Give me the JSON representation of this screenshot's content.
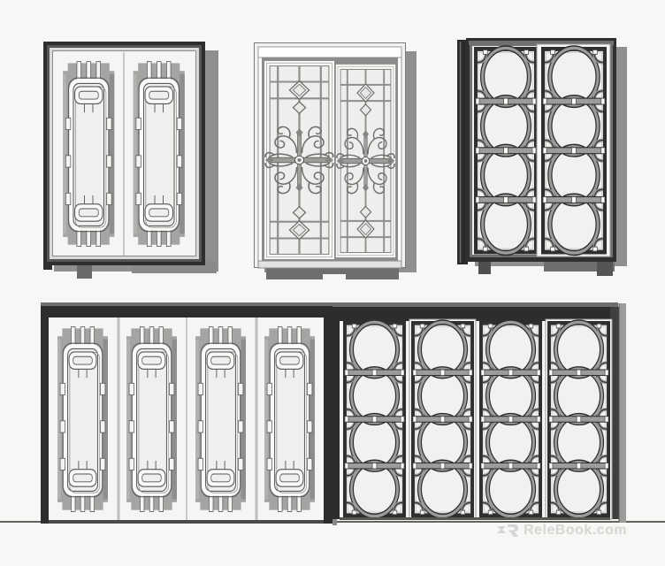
{
  "scene": {
    "description_label": "five sliding door 3d models",
    "rows": 2
  },
  "palette": {
    "background": "#f7f7f5",
    "frame_dark": "#2e2e2e",
    "frame_mid": "#6e6e6c",
    "frame_white": "#fbfbfa",
    "panel_backing_gray": "#a4a4a2",
    "glass": "#efefed",
    "lattice_gray": "#9c9c9a",
    "lattice_dark": "#2f2f2f",
    "shadow": "#8f8f8f",
    "ground_line": "#63635f",
    "watermark": "#d6d6d4"
  },
  "doors": [
    {
      "id": "door-top-left",
      "label": "2-panel fretwork sliding door, dark frame",
      "panels": 2,
      "pattern": "chinese-fretwork"
    },
    {
      "id": "door-top-center",
      "label": "2-panel glass sliding door with iron scrollwork, white frame",
      "panels": 2,
      "pattern": "ornate-iron-glass"
    },
    {
      "id": "door-top-right",
      "label": "2-panel circle-lattice sliding door, dark frame",
      "panels": 2,
      "pattern": "circle-lattice"
    },
    {
      "id": "door-bottom-left",
      "label": "4-panel fretwork sliding door, dark frame",
      "panels": 4,
      "pattern": "chinese-fretwork"
    },
    {
      "id": "door-bottom-right",
      "label": "4-panel circle-lattice sliding door, dark frame",
      "panels": 4,
      "pattern": "circle-lattice"
    }
  ],
  "watermark": {
    "logo": "relebook-logo",
    "text": "ReleBook.com"
  }
}
